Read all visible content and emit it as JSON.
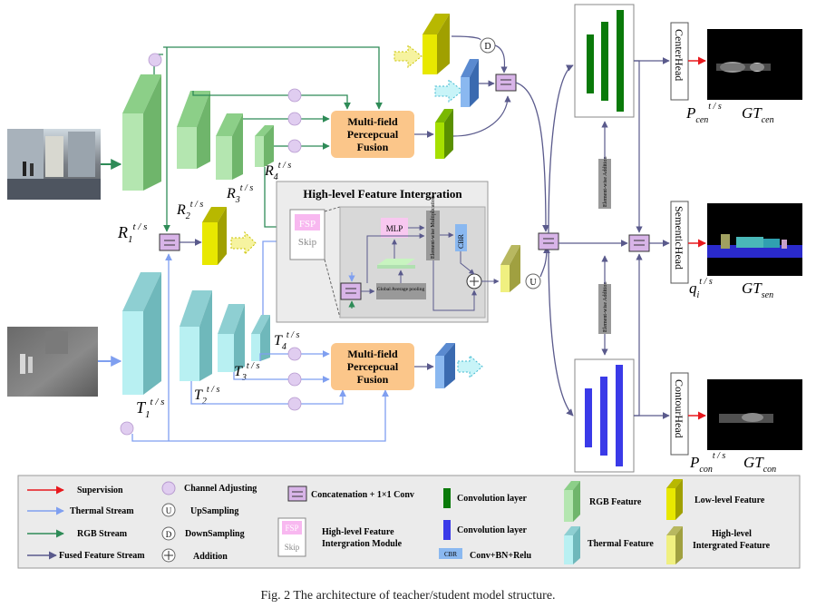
{
  "caption": "Fig. 2 The architecture of teacher/student model structure.",
  "labels": {
    "rgb_feat": [
      "R",
      "R",
      "R",
      "R"
    ],
    "rgb_sub": [
      "1",
      "2",
      "3",
      "4"
    ],
    "th_feat": [
      "T",
      "T",
      "T",
      "T"
    ],
    "th_sub": [
      "1",
      "2",
      "3",
      "4"
    ],
    "sup": "t / s",
    "p_cen": "P",
    "p_cen_sub": "cen",
    "q_i": "q",
    "q_i_sub": "i",
    "p_con": "P",
    "p_con_sub": "con",
    "gt": "GT",
    "gt_cen": "cen",
    "gt_sen": "sen",
    "gt_con": "con"
  },
  "modules": {
    "mff_line1": "Multi-field",
    "mff_line2": "Percepcual",
    "mff_line3": "Fusion",
    "hfi_title": "High-level Feature Intergration",
    "fsp": "FSP",
    "skip": "Skip",
    "mlp": "MLP",
    "cbr": "CBR",
    "gap": "Global Average pooling",
    "ew_mult": "Element-wise Multiplication",
    "ew_add": "Element-wise Addition",
    "center_head": "CenterHead",
    "semantic_head": "SementicHead",
    "contour_head": "ContourHead",
    "d": "D",
    "u": "U"
  },
  "legend": {
    "supervision": "Supervision",
    "thermal_stream": "Thermal Stream",
    "rgb_stream": "RGB Stream",
    "fused_stream": "Fused Feature Stream",
    "channel_adjusting": "Channel Adjusting",
    "upsampling": "UpSampling",
    "downsampling": "DownSampling",
    "addition": "Addition",
    "concat": "Concatenation + 1×1 Conv",
    "hfi_module_1": "High-level Feature",
    "hfi_module_2": "Intergration Module",
    "conv_green": "Convolution layer",
    "conv_blue": "Convolution layer",
    "cbr_def": "Conv+BN+Relu",
    "rgb_feature": "RGB Feature",
    "thermal_feature": "Thermal Feature",
    "low_level": "Low-level Feature",
    "high_level_1": "High-level",
    "high_level_2": "Intergrated Feature"
  },
  "colors": {
    "rgb_arrow": "#2e8b57",
    "thermal_arrow": "#7f9ff0",
    "fused_arrow": "#5a5a8c",
    "supervision": "#e8181d",
    "rgb_block": "#b4e6b0",
    "thermal_block": "#b8f0f2",
    "fusion_box": "#fbc68a",
    "concat": "#d8b4e8",
    "conv_green": "#0a7a0a",
    "conv_blue": "#3a3ae8",
    "yellow": "#e8e800"
  }
}
